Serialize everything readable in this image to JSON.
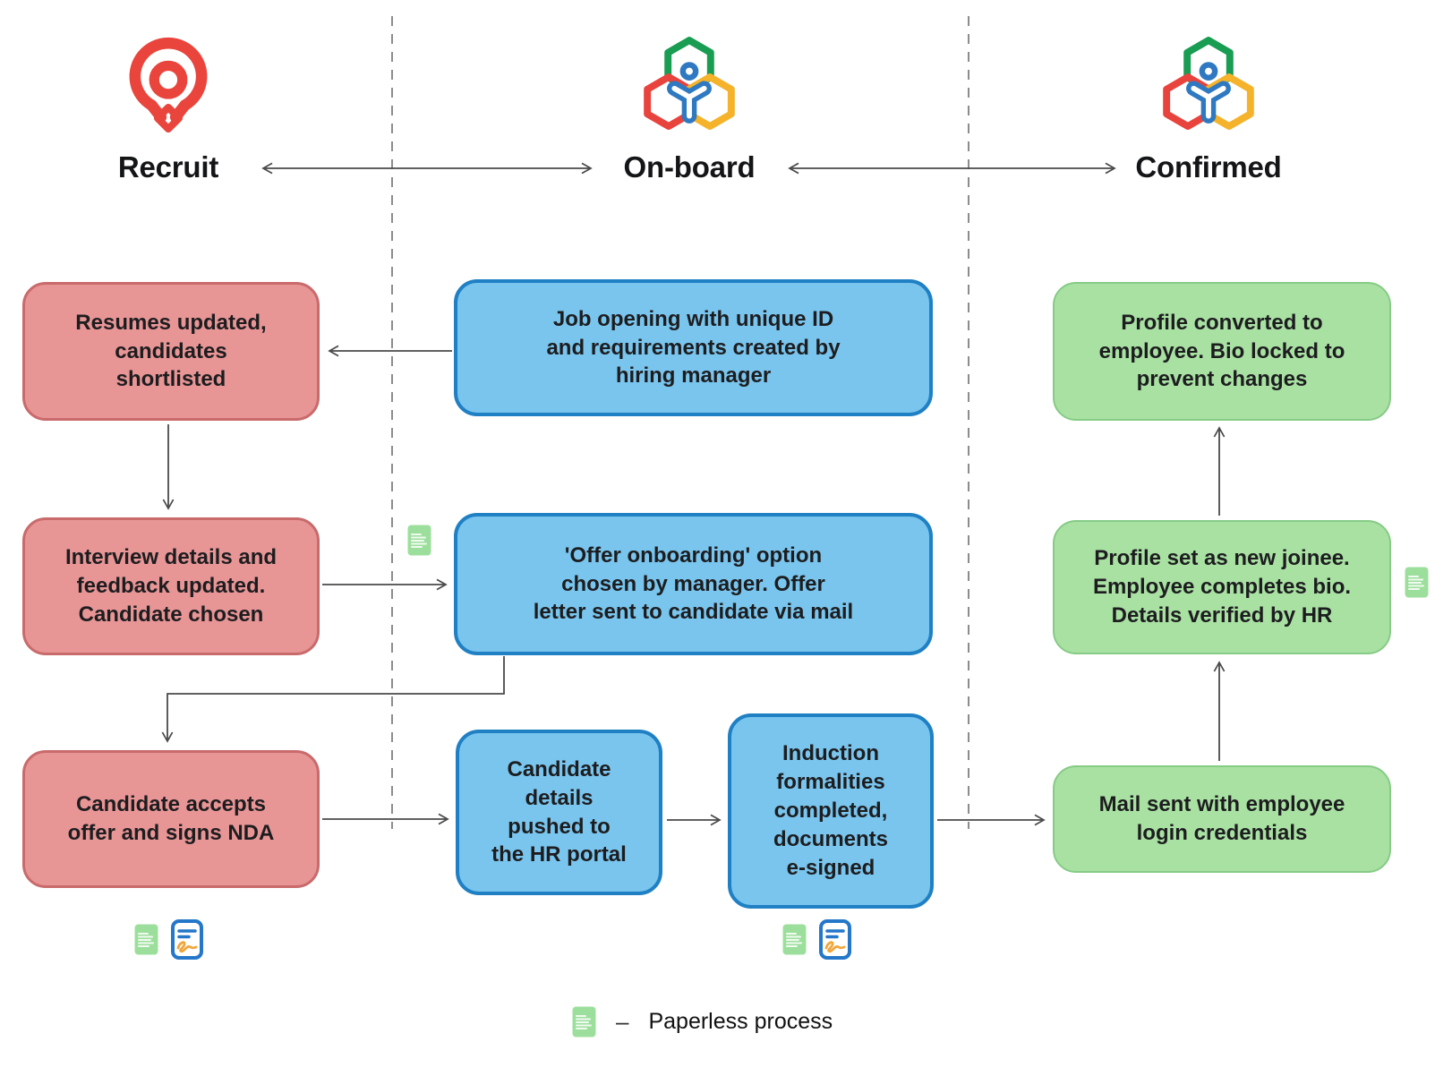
{
  "lanes": [
    {
      "label": "Recruit",
      "logo": "recruit-magnifier-logo"
    },
    {
      "label": "On-board",
      "logo": "people-hexagons-logo"
    },
    {
      "label": "Confirmed",
      "logo": "people-hexagons-logo"
    }
  ],
  "boxes": {
    "resumes": "Resumes updated,\ncandidates\nshortlisted",
    "job_opening": "Job opening with unique ID\nand requirements created by\nhiring manager",
    "interview": "Interview details and\nfeedback updated.\nCandidate chosen",
    "offer": "'Offer onboarding' option\nchosen by manager. Offer\nletter sent to candidate via mail",
    "accept": "Candidate accepts\noffer and signs NDA",
    "details": "Candidate\ndetails\npushed to\nthe HR portal",
    "induction": "Induction\nformalities\ncompleted,\ndocuments\ne-signed",
    "profile_converted": "Profile converted to\nemployee. Bio locked to\nprevent changes",
    "profile_joinee": "Profile set as new joinee.\nEmployee completes bio.\nDetails verified by HR",
    "mail_credentials": "Mail sent with employee\nlogin credentials"
  },
  "legend": {
    "separator": "–",
    "label": "Paperless process"
  },
  "icons": {
    "paperless": "paperless-document-icon",
    "esign": "esigned-document-icon"
  },
  "colors": {
    "recruit_stage_fill": "#E89596",
    "recruit_stage_border": "#C96A6B",
    "onboard_stage_fill": "#79C5EE",
    "onboard_stage_border": "#2080C4",
    "confirmed_stage_fill": "#A9E1A3",
    "confirmed_stage_border": "#86CB86",
    "paperless_icon": "#9CDF9C",
    "esign_accent": "#F0A63C",
    "esign_blue": "#2577C9",
    "logo_red": "#E9453D",
    "logo_green": "#189D52",
    "logo_yellow": "#F5B32B",
    "logo_blue": "#2E79C1"
  }
}
